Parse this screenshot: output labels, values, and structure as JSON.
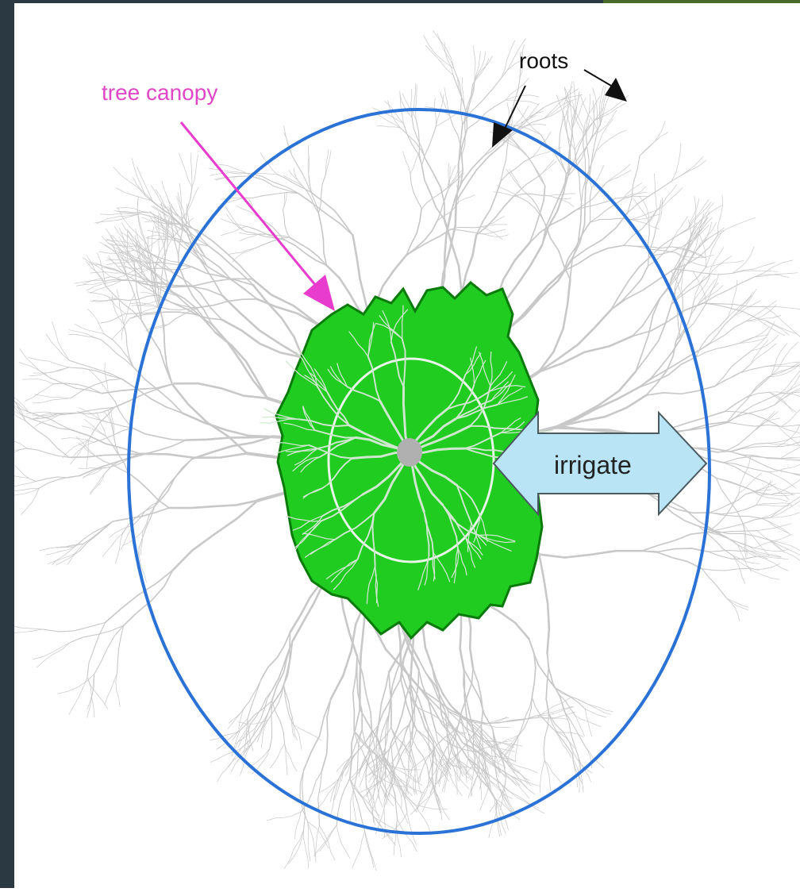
{
  "labels": {
    "canopy": "tree canopy",
    "roots": "roots",
    "irrigate": "irrigate"
  },
  "colors": {
    "canopy_label": "#e046c8",
    "canopy_arrow": "#e83ccf",
    "canopy_fill": "#1fcc1f",
    "canopy_edge": "#0a7a0a",
    "root": "#c8c8c8",
    "drip_line": "#2a72d6",
    "inner_circle": "#e8f5e8",
    "irrigate_fill": "#b8e4f5",
    "irrigate_edge": "#4a5a60",
    "trunk": "#b0b0b0",
    "frame_dark": "#2b3a42",
    "frame_green": "#4a6b2b"
  },
  "icons": {
    "canopy_pointer": "arrow-icon",
    "roots_pointer": "arrow-icon",
    "irrigate_marker": "double-arrow-icon"
  }
}
